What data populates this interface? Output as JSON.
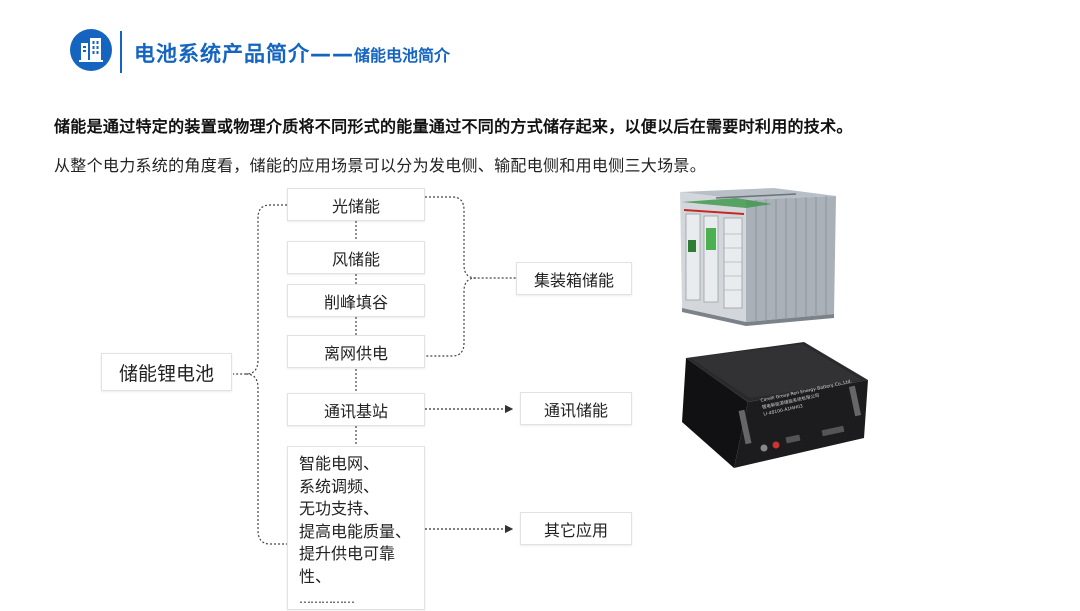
{
  "header": {
    "title": "电池系统产品简介——",
    "subtitle": "储能电池简介",
    "logo_icon": "building-icon",
    "accent_color": "#1565c0"
  },
  "intro": {
    "definition": "储能是通过特定的装置或物理介质将不同形式的能量通过不同的方式储存起来，以便以后在需要时利用的技术。",
    "scenarios": "从整个电力系统的角度看，储能的应用场景可以分为发电侧、输配电侧和用电侧三大场景。"
  },
  "diagram": {
    "root": "储能锂电池",
    "applications": [
      "光储能",
      "风储能",
      "削峰填谷",
      "离网供电",
      "通讯基站"
    ],
    "other_list": [
      "智能电网、",
      "系统调频、",
      "无功支持、",
      "提高电能质量、",
      "提升供电可靠",
      "性、",
      "……………"
    ],
    "products": {
      "container": "集装箱储能",
      "telecom": "通讯储能",
      "other": "其它应用"
    }
  },
  "battery_label": {
    "line1": "Carelli Group Ren Energy Battery Co.,Ltd.",
    "line2": "锂电新能源储能系统有限公司",
    "line3": "LI-48100-A1MH03"
  }
}
